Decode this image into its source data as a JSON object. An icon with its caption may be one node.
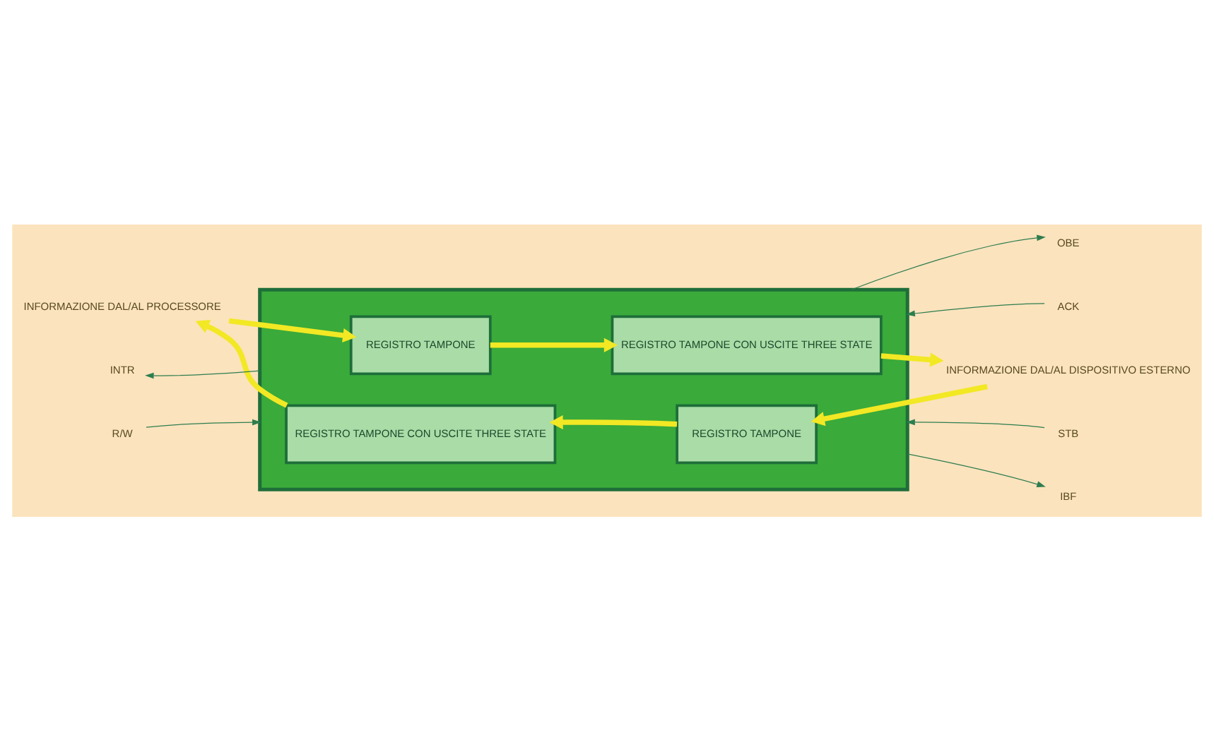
{
  "diagram": {
    "nodes": [
      {
        "text": [],
        "shape": "box"
      },
      {
        "text": [
          "REGISTRO TAMPONE CON USCITE THREE STATE"
        ],
        "in": 0
      },
      {
        "text": [
          "REGISTRO TAMPONE"
        ],
        "in": 0
      },
      {
        "text": [
          "REGISTRO TAMPONE"
        ],
        "in": 0
      },
      {
        "text": [
          "REGISTRO TAMPONE CON USCITE THREE STATE"
        ],
        "in": 0
      },
      {
        "text": [
          "R/W"
        ]
      },
      {
        "text": [
          "INFORMAZIONE DAL/AL PROCESSORE"
        ]
      },
      {
        "text": [
          "INTR"
        ]
      },
      {
        "text": [
          "STB"
        ]
      },
      {
        "text": [
          "IBF"
        ]
      },
      {
        "text": [
          "INFORMAZIONE DAL/AL DISPOSITIVO ESTERNO"
        ]
      },
      {
        "text": [
          "OBE"
        ]
      },
      {
        "text": [
          "ACK"
        ]
      }
    ],
    "edges": [
      {
        "from": 5,
        "to": 0,
        "arrow": "to"
      },
      {
        "from": 8,
        "to": 0,
        "arrow": "to"
      },
      {
        "from": 0,
        "to": 9,
        "arrow": "to"
      },
      {
        "from": 2,
        "to": 1,
        "arrow": "to",
        "style": "thick",
        "color": "#f2e824"
      },
      {
        "from": 1,
        "to": 6,
        "arrow": "to",
        "style": "thick",
        "color": "#f2e824"
      },
      {
        "from": 10,
        "to": 2,
        "arrow": "to",
        "style": "thick",
        "color": "#f2e824"
      },
      {
        "from": 6,
        "to": 3,
        "arrow": "to",
        "style": "thick",
        "color": "#f2e824"
      },
      {
        "from": 3,
        "to": 4,
        "arrow": "to",
        "style": "thick",
        "color": "#f2e824"
      },
      {
        "from": 4,
        "to": 10,
        "arrow": "to",
        "style": "thick",
        "color": "#f2e824"
      },
      {
        "from": 0,
        "to": 11,
        "arrow": "to"
      },
      {
        "from": 0,
        "to": 7,
        "arrow": "to"
      },
      {
        "from": 12,
        "to": 0,
        "arrow": "to"
      }
    ]
  }
}
